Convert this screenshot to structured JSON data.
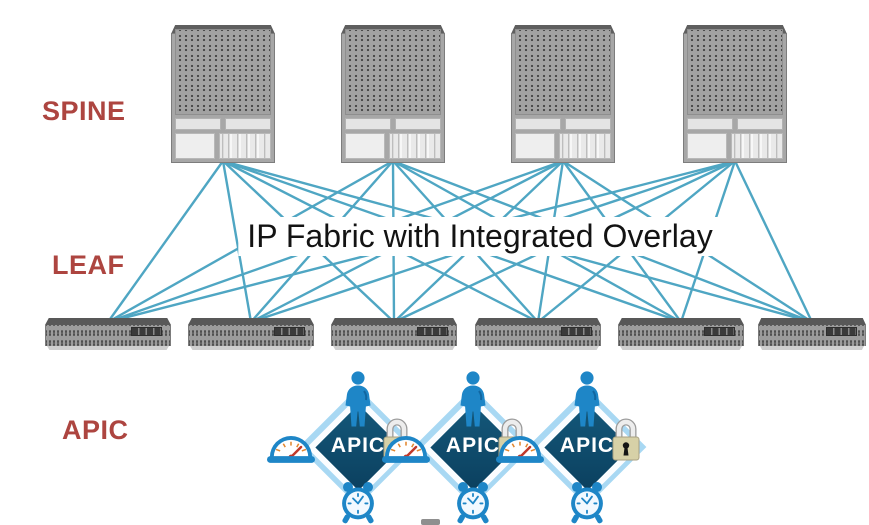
{
  "title": "IP Fabric with Integrated Overlay",
  "layers": [
    {
      "id": "spine",
      "label": "SPINE"
    },
    {
      "id": "leaf",
      "label": "LEAF"
    },
    {
      "id": "apic",
      "label": "APIC"
    }
  ],
  "topology": {
    "spine_count": 4,
    "leaf_count": 6,
    "apic_count": 3,
    "connectivity": "every spine connects to every leaf"
  },
  "apic_nodes": [
    {
      "label": "APIC",
      "icons": [
        "admin-user-icon",
        "gauge-icon",
        "clock-icon",
        "lock-icon"
      ]
    },
    {
      "label": "APIC",
      "icons": [
        "admin-user-icon",
        "gauge-icon",
        "clock-icon",
        "lock-icon"
      ]
    },
    {
      "label": "APIC",
      "icons": [
        "admin-user-icon",
        "gauge-icon",
        "clock-icon",
        "lock-icon"
      ]
    }
  ],
  "colors": {
    "layer_label": "#AD4540",
    "link": "#4FA6C3",
    "title_text": "#131313",
    "diamond_dark": "#0E4E6F",
    "diamond_band": "#A8D8F3",
    "icon_blue": "#1E86C7",
    "gauge_needle": "#C0392B",
    "gauge_ticks": "#E2862E",
    "lock_body": "#D7D1A7",
    "switch_gray": "#A7A7A7"
  }
}
